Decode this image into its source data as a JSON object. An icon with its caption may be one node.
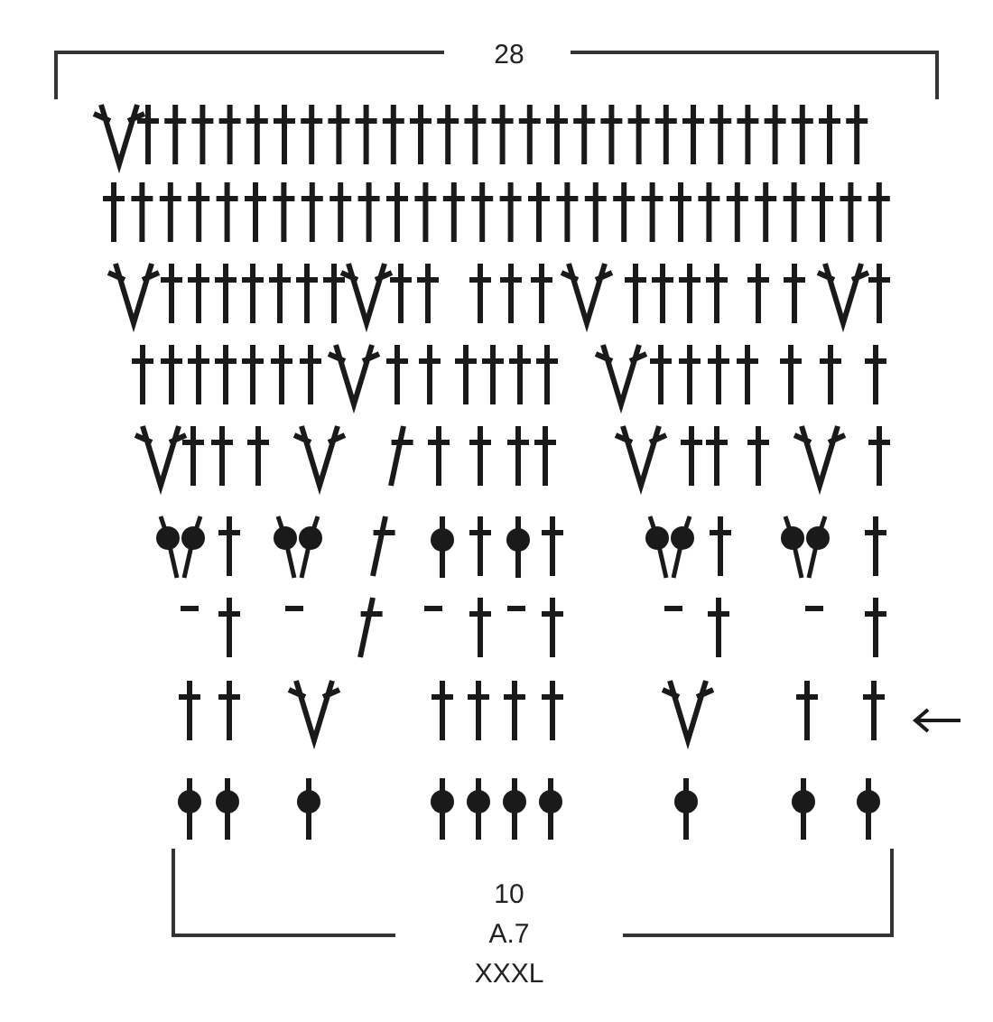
{
  "diagram": {
    "labels": [
      "28",
      "10",
      "A.7",
      "XXXL"
    ]
  }
}
